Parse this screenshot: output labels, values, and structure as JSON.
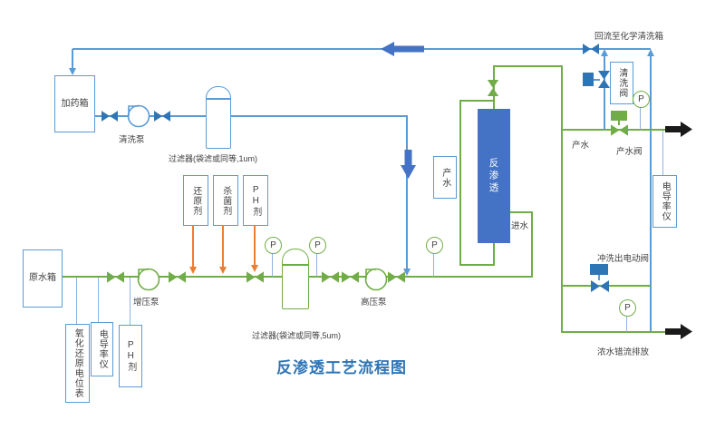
{
  "title": "反渗透工艺流程图",
  "colors": {
    "pipe_blue": "#5b9bd5",
    "arrow_blue": "#4472c4",
    "pipe_green": "#70ad47",
    "dosing_orange": "#ed7d31",
    "vessel_blue_fill": "#4472c4",
    "title_blue": "#2e75b6",
    "discharge_black": "#1a1a1a"
  },
  "cip_loop": {
    "dosing_tank": "加药箱",
    "cleaning_pump": "清洗泵",
    "filter_label": "过滤器(袋滤或同等,1um)",
    "return_label": "回流至化学清洗箱",
    "cleaning_valve": "清洗阀"
  },
  "dosing": {
    "reductant": "还原剂",
    "biocide": "杀菌剂",
    "ph_agent": "PH剂"
  },
  "feed": {
    "raw_water_tank": "原水箱",
    "orp_meter": "氧化还原电位表",
    "conductivity_meter": "电导率仪",
    "ph_meter": "PH剂",
    "booster_pump": "增压泵",
    "filter_label": "过滤器(袋滤或同等,5um)",
    "hp_pump": "高压泵",
    "feed_water": "进水"
  },
  "ro": {
    "unit_label": "反渗透",
    "product_water_box": "产水"
  },
  "product": {
    "water": "产水",
    "valve": "产水阀",
    "conductivity_meter": "电导率仪"
  },
  "concentrate": {
    "flush_valve": "冲洗出电动阀",
    "discharge": "浓水错流排放"
  },
  "gauge_label": "P"
}
